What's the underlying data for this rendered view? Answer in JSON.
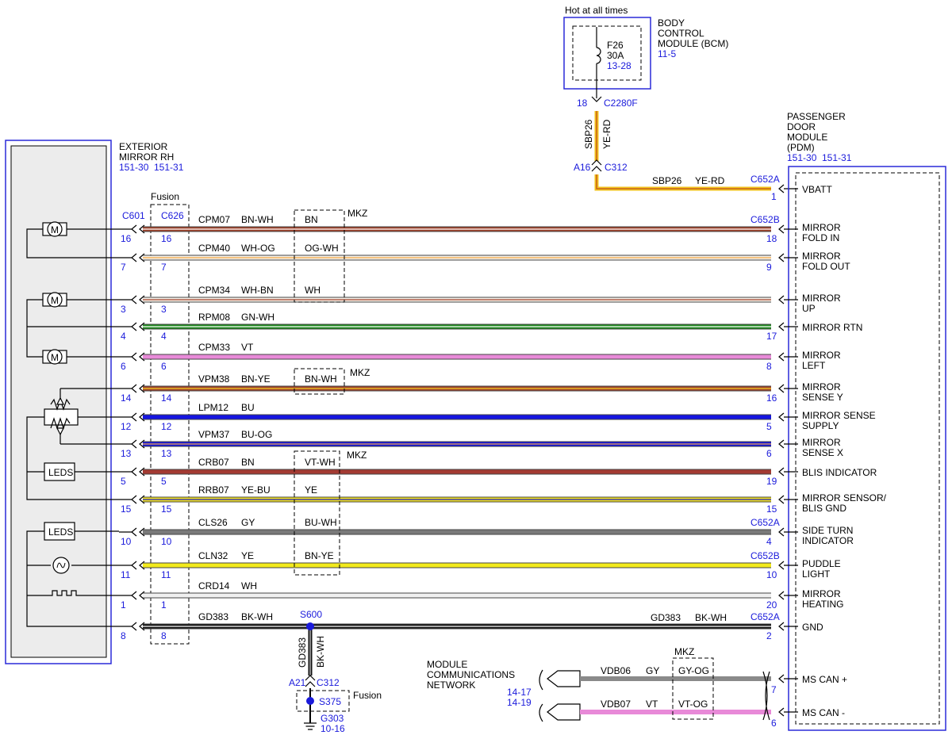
{
  "bcm": {
    "header": "Hot at all times",
    "title1": "BODY",
    "title2": "CONTROL",
    "title3": "MODULE (BCM)",
    "ref": "11-5",
    "fuse": "F26",
    "amps": "30A",
    "fuse_ref": "13-28",
    "pin": "18",
    "connector": "C2280F"
  },
  "feed": {
    "circuit": "SBP26",
    "color": "YE-RD",
    "inline_pin": "A16",
    "inline_conn": "C312",
    "pdm_conn": "C652A",
    "pdm_pin": "1",
    "pdm_circuit": "SBP26",
    "pdm_color": "YE-RD"
  },
  "mirror": {
    "title1": "EXTERIOR",
    "title2": "MIRROR RH",
    "ref1": "151-30",
    "ref2": "151-31",
    "conn": "C601",
    "fusion_label": "Fusion",
    "fusion_conn": "C626",
    "leds1": "LEDS",
    "leds2": "LEDS",
    "motor": "M"
  },
  "pdm": {
    "title1": "PASSENGER",
    "title2": "DOOR",
    "title3": "MODULE",
    "title4": "(PDM)",
    "ref1": "151-30",
    "ref2": "151-31"
  },
  "wires": [
    {
      "circuit": "CPM07",
      "color": "BN-WH",
      "mp": "16",
      "fp": "16",
      "pp": "18",
      "pc": "C652B",
      "alt": "BN",
      "name": "MIRROR",
      "name2": "FOLD IN",
      "stroke": "#a0422a",
      "stripe": "#ffffff"
    },
    {
      "circuit": "CPM40",
      "color": "WH-OG",
      "mp": "7",
      "fp": "7",
      "pp": "9",
      "pc": "",
      "alt": "OG-WH",
      "name": "MIRROR",
      "name2": "FOLD OUT",
      "stroke": "#f5f0e8",
      "stripe": "#f4a742"
    },
    {
      "circuit": "CPM34",
      "color": "WH-BN",
      "mp": "3",
      "fp": "3",
      "pp": "",
      "pc": "",
      "alt": "WH",
      "name": "MIRROR",
      "name2": "UP",
      "stroke": "#f5f0e8",
      "stripe": "#a0422a"
    },
    {
      "circuit": "RPM08",
      "color": "GN-WH",
      "mp": "4",
      "fp": "4",
      "pp": "17",
      "pc": "",
      "alt": "",
      "name": "MIRROR RTN",
      "name2": "",
      "stroke": "#1e8a1e",
      "stripe": "#ffffff"
    },
    {
      "circuit": "CPM33",
      "color": "VT",
      "mp": "6",
      "fp": "6",
      "pp": "8",
      "pc": "",
      "alt": "",
      "name": "MIRROR",
      "name2": "LEFT",
      "stroke": "#e88ad8",
      "stripe": ""
    },
    {
      "circuit": "VPM38",
      "color": "BN-YE",
      "mp": "14",
      "fp": "14",
      "pp": "16",
      "pc": "",
      "alt": "BN-WH",
      "name": "MIRROR",
      "name2": "SENSE Y",
      "stroke": "#a0422a",
      "stripe": "#f5d020"
    },
    {
      "circuit": "LPM12",
      "color": "BU",
      "mp": "12",
      "fp": "12",
      "pp": "5",
      "pc": "",
      "alt": "",
      "name": "MIRROR SENSE",
      "name2": "SUPPLY",
      "stroke": "#1515e0",
      "stripe": ""
    },
    {
      "circuit": "VPM37",
      "color": "BU-OG",
      "mp": "13",
      "fp": "13",
      "pp": "6",
      "pc": "",
      "alt": "",
      "name": "MIRROR",
      "name2": "SENSE X",
      "stroke": "#1515e0",
      "stripe": "#f4a742"
    },
    {
      "circuit": "CRB07",
      "color": "BN",
      "mp": "5",
      "fp": "5",
      "pp": "19",
      "pc": "",
      "alt": "VT-WH",
      "name": "BLIS INDICATOR",
      "name2": "",
      "stroke": "#a33a32",
      "stripe": ""
    },
    {
      "circuit": "RRB07",
      "color": "YE-BU",
      "mp": "15",
      "fp": "15",
      "pp": "15",
      "pc": "",
      "alt": "YE",
      "name": "MIRROR SENSOR/",
      "name2": "BLIS GND",
      "stroke": "#f2e21c",
      "stripe": "#2020c0"
    },
    {
      "circuit": "CLS26",
      "color": "GY",
      "mp": "10",
      "fp": "10",
      "pp": "4",
      "pc": "C652A",
      "alt": "BU-WH",
      "name": "SIDE TURN",
      "name2": "INDICATOR",
      "stroke": "#7a7a7a",
      "stripe": ""
    },
    {
      "circuit": "CLN32",
      "color": "YE",
      "mp": "11",
      "fp": "11",
      "pp": "10",
      "pc": "C652B",
      "alt": "BN-YE",
      "name": "PUDDLE",
      "name2": "LIGHT",
      "stroke": "#f2ea1c",
      "stripe": ""
    },
    {
      "circuit": "CRD14",
      "color": "WH",
      "mp": "1",
      "fp": "1",
      "pp": "20",
      "pc": "",
      "alt": "",
      "name": "MIRROR",
      "name2": "HEATING",
      "stroke": "#f0f0f0",
      "stripe": ""
    },
    {
      "circuit": "GD383",
      "color": "BK-WH",
      "mp": "8",
      "fp": "8",
      "pp": "2",
      "pc": "C652A",
      "alt": "",
      "name": "GND",
      "name2": "",
      "stroke": "#111111",
      "stripe": "#ffffff"
    }
  ],
  "mkz": {
    "label": "MKZ"
  },
  "gnd": {
    "right_circuit": "GD383",
    "right_color": "BK-WH",
    "splice": "S600",
    "down_circuit": "GD383",
    "down_color": "BK-WH",
    "conn_pin": "A21",
    "conn": "C312",
    "fusion": "Fusion",
    "splice2": "S375",
    "ground": "G303",
    "ground_ref": "10-16"
  },
  "can": {
    "title1": "MODULE",
    "title2": "COMMUNICATIONS",
    "title3": "NETWORK",
    "ref1": "14-17",
    "ref2": "14-19",
    "mkz": "MKZ",
    "w1_circuit": "VDB06",
    "w1_color": "GY",
    "w1_alt": "GY-OG",
    "w1_pin": "7",
    "w1_name": "MS CAN +",
    "w2_circuit": "VDB07",
    "w2_color": "VT",
    "w2_alt": "VT-OG",
    "w2_pin": "6",
    "w2_name": "MS CAN -"
  },
  "vbatt": "VBATT"
}
